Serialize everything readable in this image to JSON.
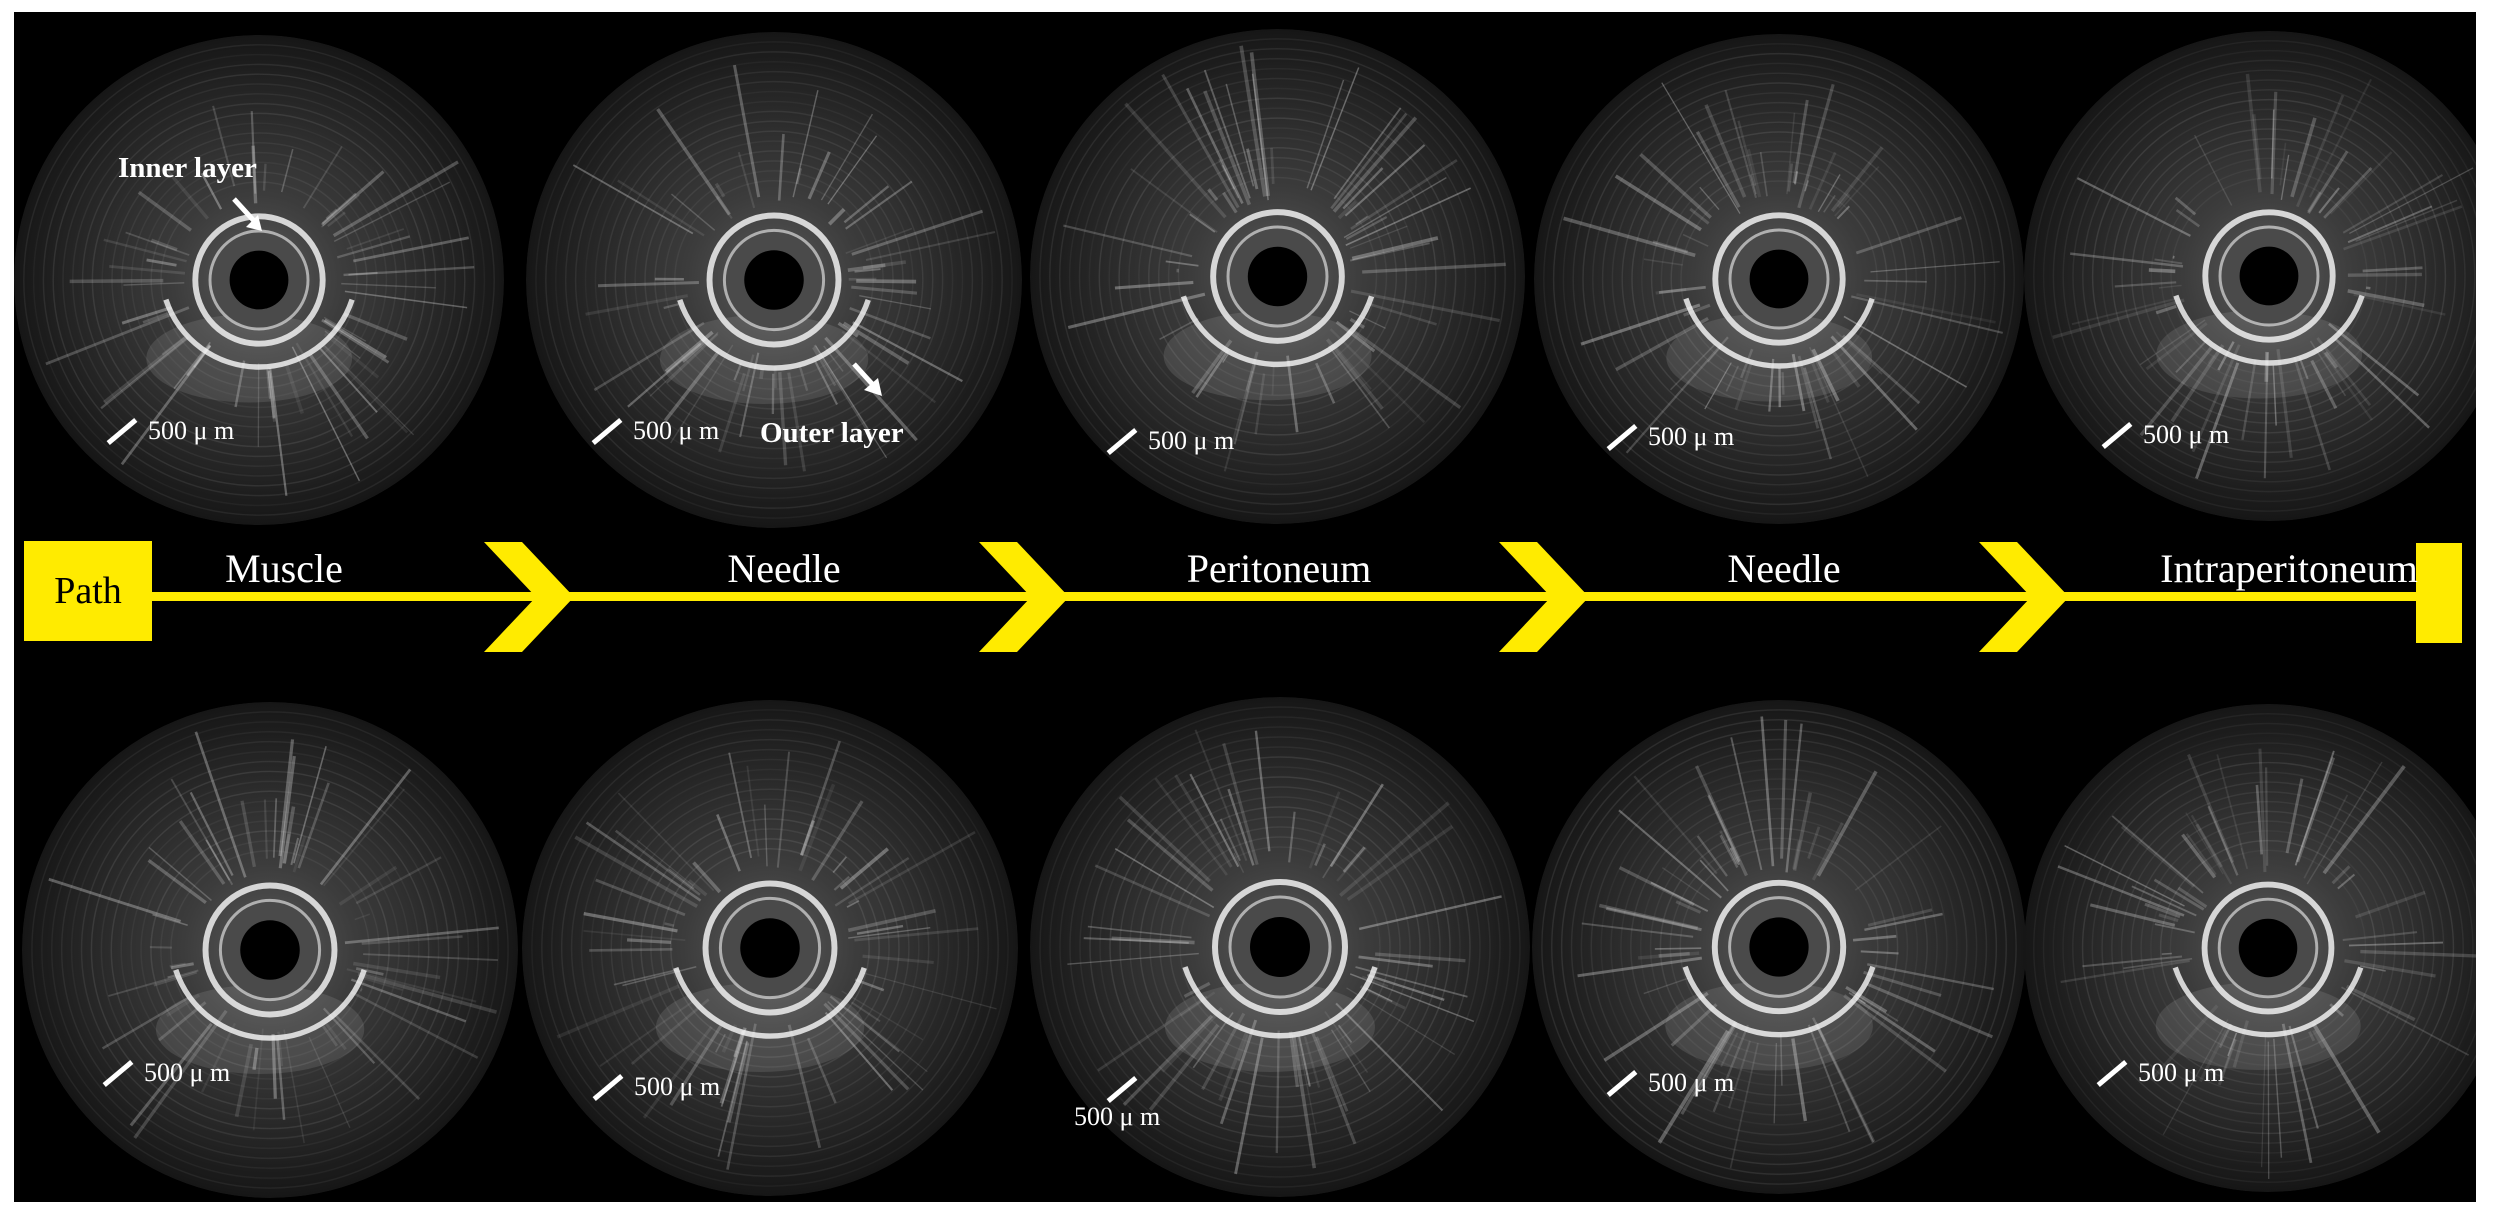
{
  "path_label": "Path",
  "stages": [
    "Muscle",
    "Needle",
    "Peritoneum",
    "Needle",
    "Intraperitoneum"
  ],
  "scale_bar_label": "500 μ m",
  "callouts": {
    "inner": "Inner layer",
    "outer": "Outer layer"
  },
  "colors": {
    "background": "#000000",
    "path": "#ffeb00",
    "text": "#ffffff"
  }
}
